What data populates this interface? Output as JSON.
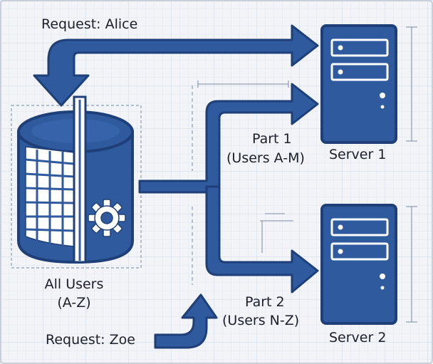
{
  "labels": {
    "request_alice": "Request: Alice",
    "all_users": "All Users",
    "all_users_range": "(A-Z)",
    "part1": "Part 1",
    "part1_range": "(Users A-M)",
    "part2": "Part 2",
    "part2_range": "(Users N-Z)",
    "server1": "Server 1",
    "server2": "Server 2",
    "request_zoe": "Request: Zoe"
  },
  "colors": {
    "primary": "#2f5a9e",
    "outline": "#1e3f78",
    "light": "#ffffff",
    "grid": "#dfe5ee",
    "guide": "#7a8aa3",
    "background": "#f2f4f7"
  },
  "icons": [
    "database-icon",
    "gear-icon",
    "server-icon"
  ]
}
